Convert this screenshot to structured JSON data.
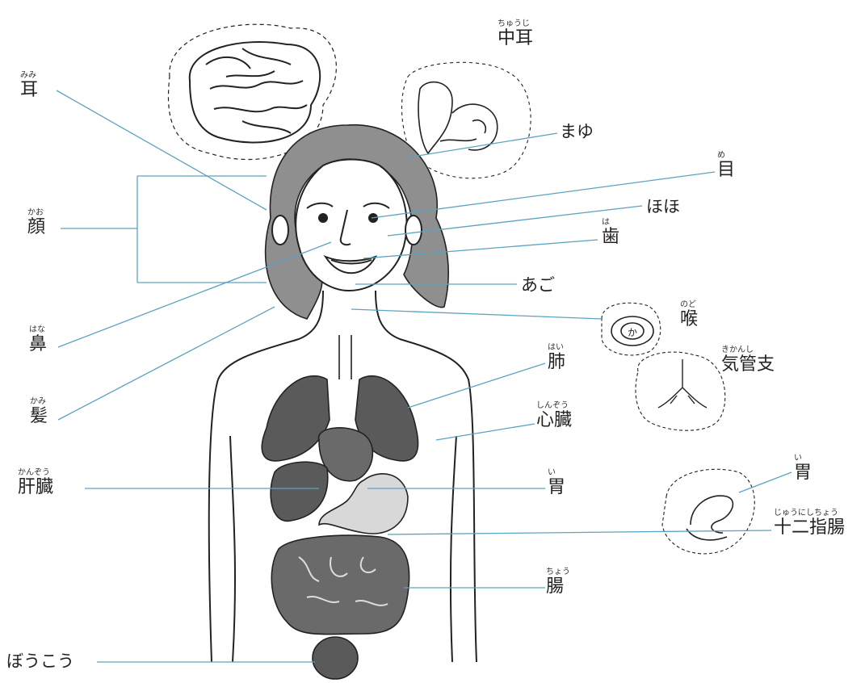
{
  "labels": {
    "ear": {
      "kana": "みみ",
      "text": "耳"
    },
    "face": {
      "kana": "かお",
      "text": "顔"
    },
    "nose": {
      "kana": "はな",
      "text": "鼻"
    },
    "hair": {
      "kana": "かみ",
      "text": "髪"
    },
    "liver": {
      "kana": "かんぞう",
      "text": "肝臓"
    },
    "bladder": {
      "kana": "",
      "text": "ぼうこう"
    },
    "middle_ear": {
      "kana": "ちゅうじ",
      "text": "中耳"
    },
    "eyebrow": {
      "kana": "",
      "text": "まゆ"
    },
    "eye": {
      "kana": "め",
      "text": "目"
    },
    "cheek": {
      "kana": "",
      "text": "ほほ"
    },
    "tooth": {
      "kana": "は",
      "text": "歯"
    },
    "jaw": {
      "kana": "",
      "text": "あご"
    },
    "throat": {
      "kana": "のど",
      "text": "喉"
    },
    "bronchi": {
      "kana": "きかんし",
      "text": "気管支"
    },
    "lungs": {
      "kana": "はい",
      "text": "肺"
    },
    "heart": {
      "kana": "しんぞう",
      "text": "心臓"
    },
    "stomach": {
      "kana": "い",
      "text": "胃"
    },
    "stomach2": {
      "kana": "い",
      "text": "胃"
    },
    "duodenum": {
      "kana": "じゅうにしちょう",
      "text": "十二指腸"
    },
    "intestine": {
      "kana": "ちょう",
      "text": "腸"
    }
  },
  "colors": {
    "line": "#5ba3c0",
    "ink": "#222222",
    "organ": "#5a5a5a",
    "hair": "#8a8a8a"
  }
}
